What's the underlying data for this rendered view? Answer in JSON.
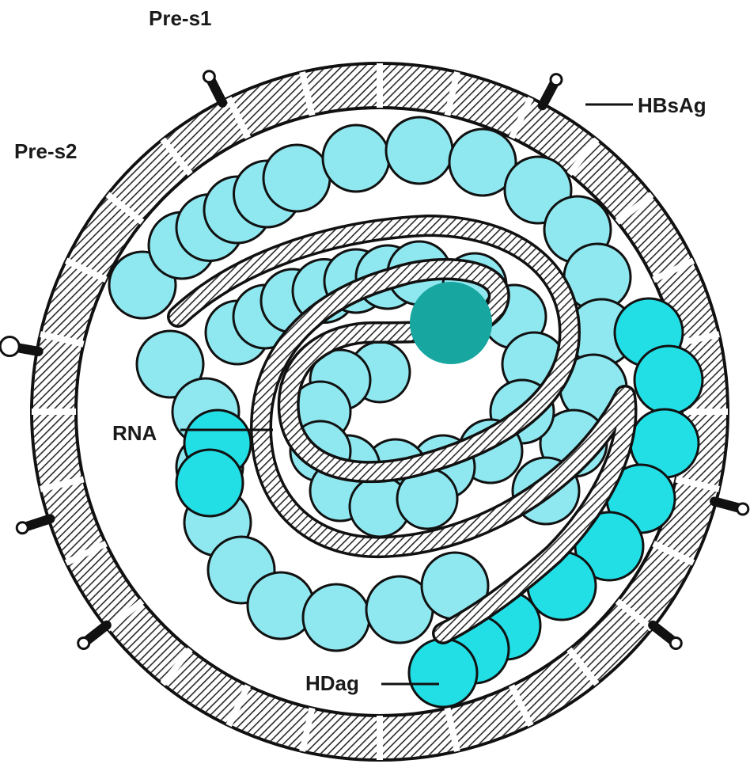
{
  "labels": {
    "pre_s1": "Pre-s1",
    "pre_s2": "Pre-s2",
    "hbsag": "HBsAg",
    "rna": "RNA",
    "hdag": "HDag"
  },
  "colors": {
    "protein_light": "#8fe8f0",
    "protein_bright": "#22dfe6",
    "center_dot": "#17a6a0",
    "outline": "#111111",
    "hatch": "#2a2a2a",
    "background": "#ffffff"
  },
  "icons": {
    "envelope": "hatched-envelope-ring",
    "rna": "hatched-rna-strand",
    "protein": "hdag-protein-sphere"
  }
}
